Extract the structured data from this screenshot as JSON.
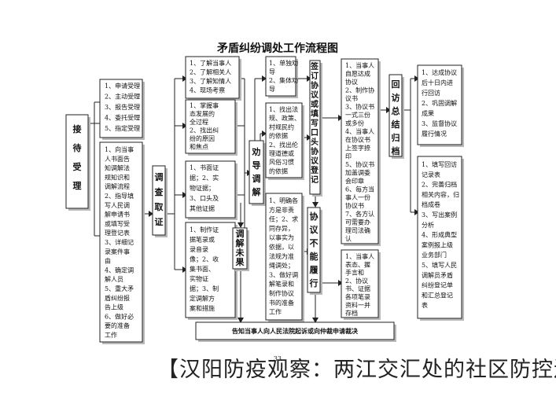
{
  "title": "矛盾纠纷调处工作流程图",
  "page_number": "33",
  "caption": "【汉阳防疫观察：两江交汇处的社区防控逻辑",
  "nodes": {
    "jieda": "接待受理",
    "intake_steps": [
      "1、申请受理",
      "2、主动受理",
      "3、报告受理",
      "4、委托受理",
      "5、指定受理"
    ],
    "intake_notes": [
      "1、向当事",
      "人书面告",
      "知调解法",
      "规知识和",
      "调解流程",
      "2、指导填",
      "写人民调",
      "解申请书",
      "或填写受",
      "理登记表",
      "3、详细记",
      "录案件事",
      "由",
      "4、确定调",
      "解人员",
      "5、重大矛",
      "盾纠纷报",
      "告上级",
      "6、做好必",
      "要的准备",
      "工作"
    ],
    "diaocha": "调查取证",
    "understand": [
      "1、了解当事人",
      "2、了解相关人",
      "3、了解知情人",
      "4、现场考察"
    ],
    "grasp": [
      "1、掌握事",
      "态发展的",
      "全过程",
      "2、找出纠",
      "纷的原因",
      "和焦点"
    ],
    "evidence": [
      "1、书面证",
      "据；2、实",
      "物证据；",
      "3、口头及",
      "其他证据"
    ],
    "record": [
      "1、制作证",
      "据笔录或",
      "录音录",
      "像；2、收",
      "集书面、",
      "实物证",
      "据；3、制",
      "定调解方",
      "案和措施"
    ],
    "quandao": "劝导调解",
    "methods": [
      "1、单独劝",
      "导",
      "2、集体劝",
      "导"
    ],
    "laws": [
      "1、找出法",
      "规、政策、",
      "村规民约",
      "的依据",
      "2、找出伦",
      "理道德或",
      "风俗习惯",
      "的依据"
    ],
    "weicheng": "调解未果",
    "clarify": [
      "1、明确各",
      "方是非责",
      "任；2、求",
      "同存异，",
      "以事实为",
      "依据，以",
      "法规为准",
      "绳调处；",
      "3、做好调",
      "解笔录和",
      "制作协议",
      "书的准备",
      "工作"
    ],
    "qianding": "签订协议或填写口头协议登记",
    "agreement": [
      "1、当事人",
      "自愿达成",
      "协议",
      "2、制作协",
      "议书",
      "3、协议书",
      "一式三份",
      "或多份",
      "4、当事人",
      "在协议书",
      "上签字捺",
      "印",
      "5、协议书",
      "加盖调委",
      "会印章",
      "6、每方当",
      "事人一份",
      "协议书",
      "7、各方认",
      "可需要办",
      "理司法确",
      "认"
    ],
    "buneng": "协议不能履行",
    "sign": [
      "1、当事人",
      "表态、握",
      "手言和",
      "2、协议",
      "书、证据",
      "各项笔录",
      "资料一并",
      "存档"
    ],
    "huifang": "回访总结归档",
    "revisit": [
      "1、达成协议",
      "后十日内进",
      "行回访",
      "2、巩固调解",
      "成果",
      "3、监督协议",
      "履行情况"
    ],
    "archive": [
      "1、填写回访",
      "记录表",
      "2、完善归档",
      "相关内容，归",
      "档成卷",
      "3、写出案例",
      "分析",
      "4、形成典型",
      "案例报上级",
      "业务部门",
      "5、填写人民",
      "调解员矛盾",
      "纠纷登记单",
      "和汇总登记",
      "表"
    ],
    "bottom": "告知当事人向人民法院起诉或向仲裁申请裁决"
  }
}
